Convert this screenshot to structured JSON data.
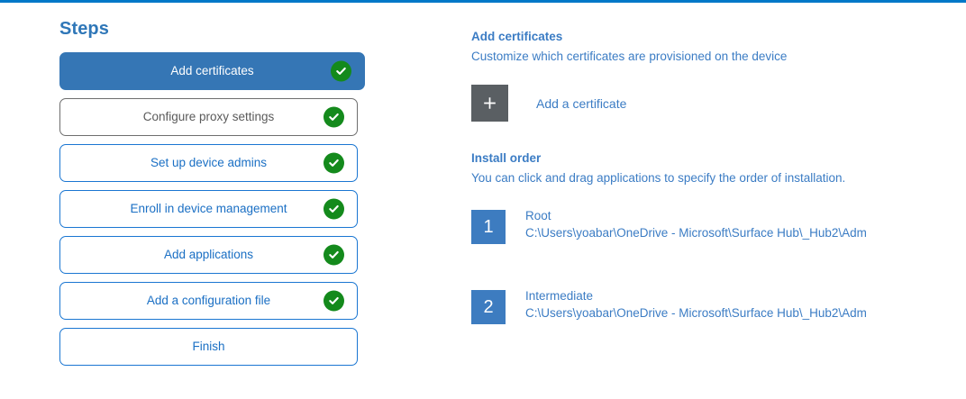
{
  "accent": {
    "top_rule": "#0078c8",
    "link_blue": "#3b7cc4",
    "active_step_bg": "#3576b5",
    "check_green": "#148a1c",
    "badge_blue": "#3d7cc0",
    "add_tile_gray": "#5a5f63"
  },
  "steps_panel": {
    "title": "Steps",
    "items": [
      {
        "label": "Add certificates",
        "state": "active",
        "completed": true,
        "icon": "check-circle-icon"
      },
      {
        "label": "Configure proxy settings",
        "state": "muted",
        "completed": true,
        "icon": "check-circle-icon"
      },
      {
        "label": "Set up device admins",
        "state": "outline",
        "completed": true,
        "icon": "check-circle-icon"
      },
      {
        "label": "Enroll in device management",
        "state": "outline",
        "completed": true,
        "icon": "check-circle-icon"
      },
      {
        "label": "Add applications",
        "state": "outline",
        "completed": true,
        "icon": "check-circle-icon"
      },
      {
        "label": "Add a configuration file",
        "state": "outline",
        "completed": true,
        "icon": "check-circle-icon"
      },
      {
        "label": "Finish",
        "state": "outline",
        "completed": false,
        "icon": ""
      }
    ]
  },
  "detail_panel": {
    "heading": "Add certificates",
    "subheading": "Customize which certificates are provisioned on the device",
    "add_certificate": {
      "icon": "plus-icon",
      "label": "Add a certificate"
    },
    "install_order": {
      "heading": "Install order",
      "subheading": "You can click and drag applications to specify the order of installation.",
      "items": [
        {
          "number": "1",
          "name": "Root",
          "path": "C:\\Users\\yoabar\\OneDrive - Microsoft\\Surface Hub\\_Hub2\\Adm"
        },
        {
          "number": "2",
          "name": "Intermediate",
          "path": "C:\\Users\\yoabar\\OneDrive - Microsoft\\Surface Hub\\_Hub2\\Adm"
        }
      ]
    }
  }
}
